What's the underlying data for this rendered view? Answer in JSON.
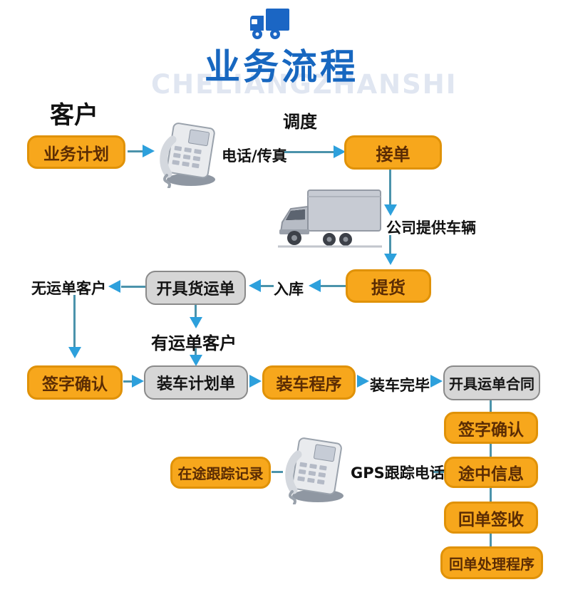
{
  "header": {
    "title": "业务流程",
    "watermark": "CHELIANGZHANSHI"
  },
  "labels": {
    "customer": "客户",
    "dispatch": "调度",
    "phone_fax": "电话/传真",
    "company_vehicle": "公司提供车辆",
    "warehouse_in": "入库",
    "no_waybill_customer": "无运单客户",
    "has_waybill_customer": "有运单客户",
    "loading_complete": "装车完毕",
    "gps_tracking_phone": "GPS跟踪电话"
  },
  "nodes": {
    "business_plan": "业务计划",
    "receive_order": "接单",
    "pickup": "提货",
    "issue_freight_bill": "开具货运单",
    "sign_confirm_left": "签字确认",
    "loading_plan": "装车计划单",
    "loading_procedure": "装车程序",
    "issue_waybill_contract": "开具运单合同",
    "sign_confirm_right": "签字确认",
    "enroute_info": "途中信息",
    "receipt_sign": "回单签收",
    "receipt_processing": "回单处理程序",
    "enroute_tracking": "在途跟踪记录"
  },
  "icons": {
    "header_truck": "blue delivery truck glyph",
    "fax_phone_top": "silver desk fax phone photo",
    "fax_phone_bottom": "silver desk fax phone photo",
    "box_truck": "gray box truck photo"
  },
  "colors": {
    "title_blue": "#1767c0",
    "node_orange_fill": "#f7a71c",
    "node_orange_border": "#e09208",
    "node_orange_text": "#5b2c04",
    "node_gray_fill": "#d6d6d6",
    "node_gray_border": "#8a8a8a",
    "line_teal": "#4b93ab",
    "arrow_blue": "#2da0dc",
    "watermark_gray": "#e0e6f1"
  }
}
